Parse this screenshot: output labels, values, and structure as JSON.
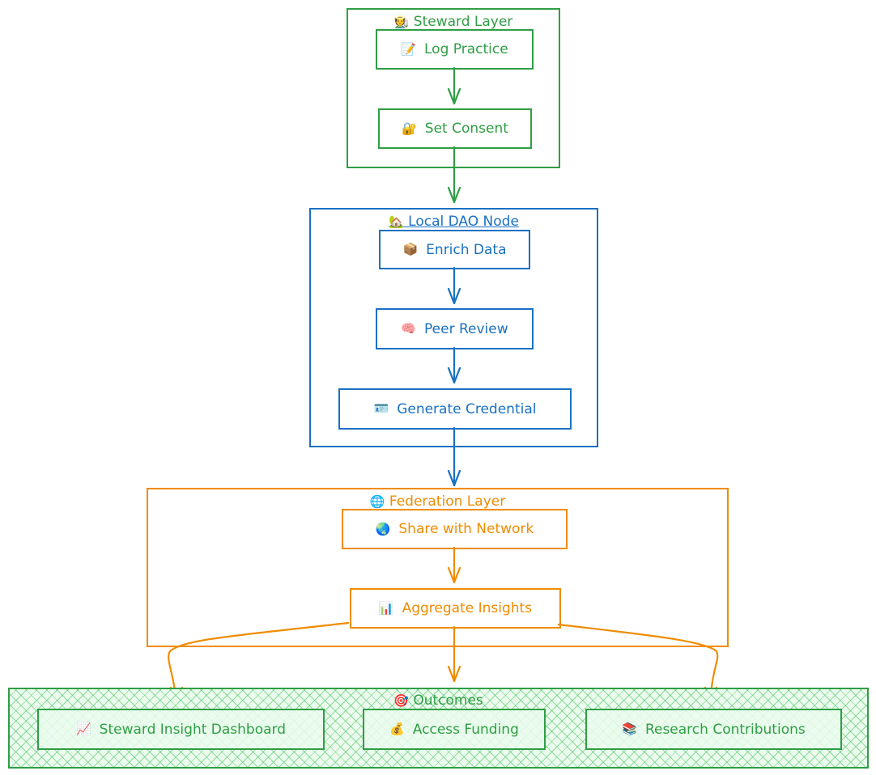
{
  "diagram": {
    "groups": {
      "steward": {
        "title": "Steward Layer",
        "icon": "🧑‍🌾",
        "icon_name": "farmer-icon",
        "color": "#2f9e44"
      },
      "local": {
        "title": "Local DAO Node",
        "icon": "🏡",
        "icon_name": "house-icon",
        "color": "#1971c2"
      },
      "federation": {
        "title": "Federation Layer",
        "icon": "🌐",
        "icon_name": "globe-meridians-icon",
        "color": "#f08c00"
      },
      "outcomes": {
        "title": "Outcomes",
        "icon": "🎯",
        "icon_name": "target-icon",
        "color": "#2f9e44",
        "fill": "#b2f2bb"
      }
    },
    "nodes": {
      "log_practice": {
        "label": "Log Practice",
        "icon": "📝",
        "icon_name": "memo-icon"
      },
      "set_consent": {
        "label": "Set Consent",
        "icon": "🔐",
        "icon_name": "lock-key-icon"
      },
      "enrich_data": {
        "label": "Enrich Data",
        "icon": "📦",
        "icon_name": "package-icon"
      },
      "peer_review": {
        "label": "Peer Review",
        "icon": "🧠",
        "icon_name": "brain-icon"
      },
      "generate_credential": {
        "label": "Generate Credential",
        "icon": "🪪",
        "icon_name": "id-card-icon"
      },
      "share_network": {
        "label": "Share with Network",
        "icon": "🌏",
        "icon_name": "globe-icon"
      },
      "aggregate_insights": {
        "label": "Aggregate Insights",
        "icon": "📊",
        "icon_name": "bar-chart-icon"
      },
      "steward_dashboard": {
        "label": "Steward Insight Dashboard",
        "icon": "📈",
        "icon_name": "chart-increasing-icon"
      },
      "access_funding": {
        "label": "Access Funding",
        "icon": "💰",
        "icon_name": "money-bag-icon"
      },
      "research_contributions": {
        "label": "Research Contributions",
        "icon": "📚",
        "icon_name": "books-icon"
      }
    },
    "edges": [
      {
        "from": "log_practice",
        "to": "set_consent",
        "color": "#2f9e44"
      },
      {
        "from": "set_consent",
        "to": "enrich_data",
        "color": "#2f9e44"
      },
      {
        "from": "enrich_data",
        "to": "peer_review",
        "color": "#1971c2"
      },
      {
        "from": "peer_review",
        "to": "generate_credential",
        "color": "#1971c2"
      },
      {
        "from": "generate_credential",
        "to": "share_network",
        "color": "#1971c2"
      },
      {
        "from": "share_network",
        "to": "aggregate_insights",
        "color": "#f08c00"
      },
      {
        "from": "aggregate_insights",
        "to": "steward_dashboard",
        "color": "#f08c00"
      },
      {
        "from": "aggregate_insights",
        "to": "access_funding",
        "color": "#f08c00"
      },
      {
        "from": "aggregate_insights",
        "to": "research_contributions",
        "color": "#f08c00"
      }
    ]
  }
}
